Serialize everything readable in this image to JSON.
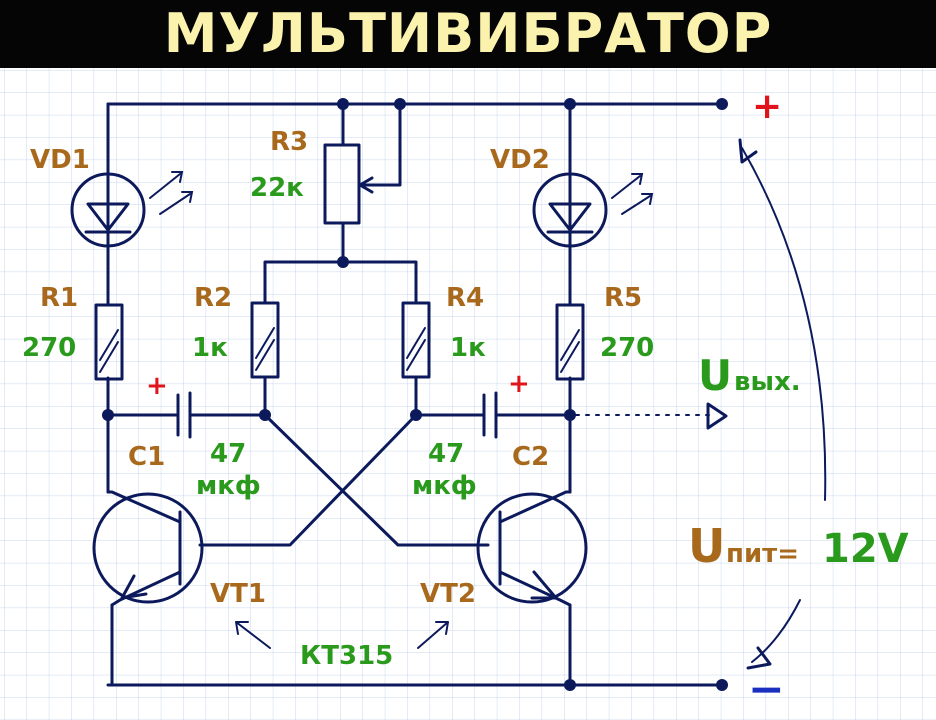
{
  "title": "МУЛЬТИВИБРАТОР",
  "labels": {
    "vd1": "VD1",
    "vd2": "VD2",
    "r1": "R1",
    "r1_value": "270",
    "r2": "R2",
    "r2_value": "1к",
    "r3": "R3",
    "r3_value": "22к",
    "r4": "R4",
    "r4_value": "1к",
    "r5": "R5",
    "r5_value": "270",
    "c1": "C1",
    "c1_value_num": "47",
    "c1_value_unit": "мкф",
    "c2": "C2",
    "c2_value_num": "47",
    "c2_value_unit": "мкф",
    "vt1": "VT1",
    "vt2": "VT2",
    "transistor_type": "КТ315",
    "u_out_main": "U",
    "u_out_sub": "вых.",
    "u_supply_main": "U",
    "u_supply_sub": "пит=",
    "u_supply_value": "12V",
    "plus": "+",
    "minus": "−"
  },
  "colors": {
    "title_bg": "#050505",
    "title_text": "#fbf2ad",
    "component_labels": "#a8691c",
    "values": "#2a9a1c",
    "polarity_plus": "#e0141a",
    "polarity_minus": "#1a2fc0",
    "wires": "#0c1a5c",
    "grid": "#c9d6ec"
  }
}
